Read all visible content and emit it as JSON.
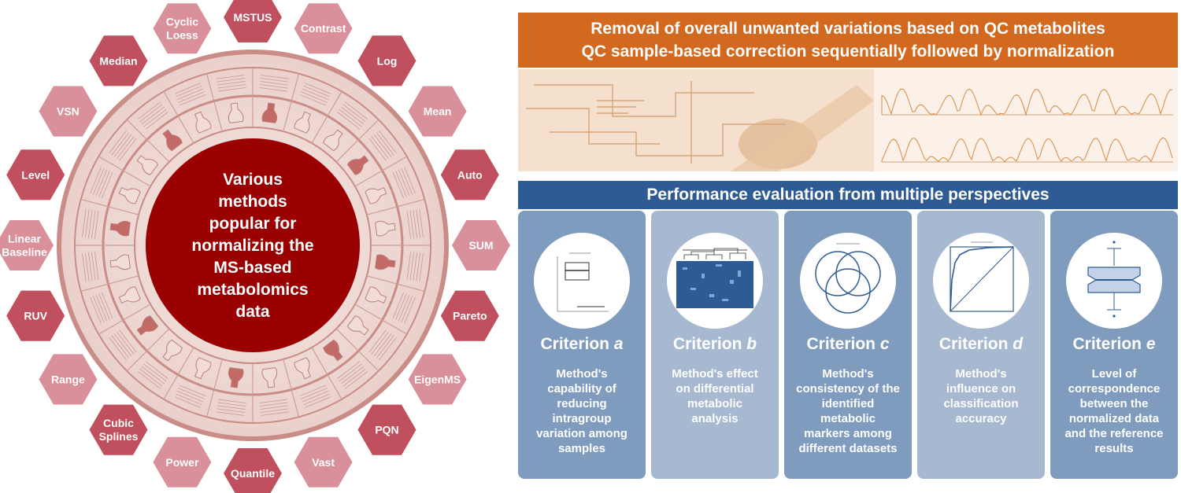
{
  "wheel": {
    "center_lines": [
      "Various",
      "methods",
      "popular for",
      "normalizing the",
      "MS-based",
      "metabolomics",
      "data"
    ],
    "colors": {
      "dark": "#c0505e",
      "light": "#d9909a",
      "center": "#9b0000"
    },
    "methods": [
      {
        "lines": [
          "MSTUS"
        ],
        "tone": "dark"
      },
      {
        "lines": [
          "Contrast"
        ],
        "tone": "light"
      },
      {
        "lines": [
          "Log"
        ],
        "tone": "dark"
      },
      {
        "lines": [
          "Mean"
        ],
        "tone": "light"
      },
      {
        "lines": [
          "Auto"
        ],
        "tone": "dark"
      },
      {
        "lines": [
          "SUM"
        ],
        "tone": "light"
      },
      {
        "lines": [
          "Pareto"
        ],
        "tone": "dark"
      },
      {
        "lines": [
          "EigenMS"
        ],
        "tone": "light"
      },
      {
        "lines": [
          "PQN"
        ],
        "tone": "dark"
      },
      {
        "lines": [
          "Vast"
        ],
        "tone": "light"
      },
      {
        "lines": [
          "Quantile"
        ],
        "tone": "dark"
      },
      {
        "lines": [
          "Power"
        ],
        "tone": "light"
      },
      {
        "lines": [
          "Cubic",
          "Splines"
        ],
        "tone": "dark"
      },
      {
        "lines": [
          "Range"
        ],
        "tone": "light"
      },
      {
        "lines": [
          "RUV"
        ],
        "tone": "dark"
      },
      {
        "lines": [
          "Linear",
          "Baseline"
        ],
        "tone": "light"
      },
      {
        "lines": [
          "Level"
        ],
        "tone": "dark"
      },
      {
        "lines": [
          "VSN"
        ],
        "tone": "light"
      },
      {
        "lines": [
          "Median"
        ],
        "tone": "dark"
      },
      {
        "lines": [
          "Cyclic",
          "Loess"
        ],
        "tone": "light"
      }
    ]
  },
  "banner": {
    "line1": "Removal of overall unwanted variations based on QC metabolites",
    "line2": "QC sample-based correction sequentially followed by normalization"
  },
  "evaluation": {
    "title": "Performance evaluation from multiple perspectives"
  },
  "criteria": [
    {
      "prefix": "Criterion",
      "letter": "a",
      "icon": "boxplot-chart",
      "bg": "#7f9bbd",
      "desc_lines": [
        "Method's",
        "capability of",
        "reducing",
        "intragroup",
        "variation among",
        "samples"
      ]
    },
    {
      "prefix": "Criterion",
      "letter": "b",
      "icon": "heatmap-chart",
      "bg": "#a6b9d1",
      "desc_lines": [
        "Method's effect",
        "on differential",
        "metabolic",
        "analysis"
      ]
    },
    {
      "prefix": "Criterion",
      "letter": "c",
      "icon": "venn-diagram",
      "bg": "#7f9bbd",
      "desc_lines": [
        "Method's",
        "consistency of the",
        "identified",
        "metabolic",
        "markers among",
        "different datasets"
      ]
    },
    {
      "prefix": "Criterion",
      "letter": "d",
      "icon": "roc-curve",
      "bg": "#a6b9d1",
      "desc_lines": [
        "Method's",
        "influence on",
        "classification",
        "accuracy"
      ]
    },
    {
      "prefix": "Criterion",
      "letter": "e",
      "icon": "notched-boxplot",
      "bg": "#7f9bbd",
      "desc_lines": [
        "Level of",
        "correspondence",
        "between the",
        "normalized data",
        "and the reference",
        "results"
      ]
    }
  ]
}
